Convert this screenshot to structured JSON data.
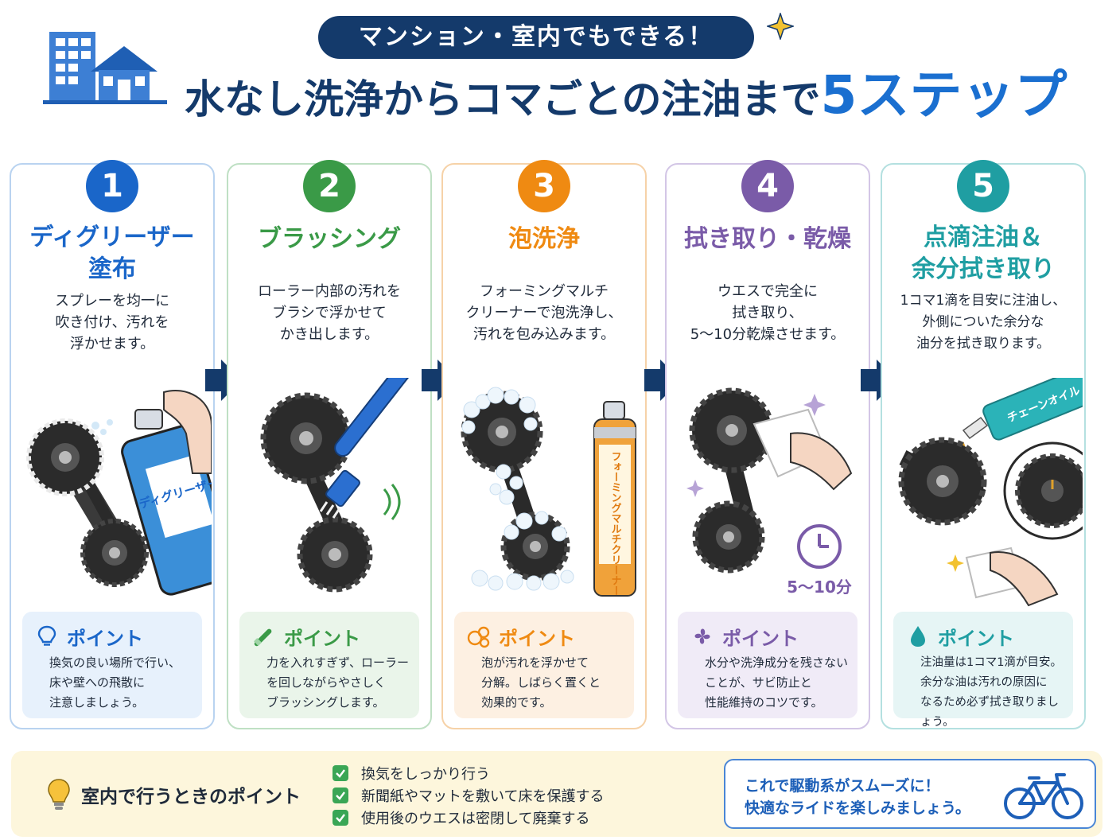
{
  "header": {
    "tagline": "マンション・室内でもできる！",
    "title_main": "水なし洗浄からコマごとの注油まで",
    "title_accent": "5ステップ",
    "colors": {
      "navy": "#143a6b",
      "accent": "#1a6fd0"
    }
  },
  "steps": [
    {
      "number": "1",
      "title_lines": [
        "ディグリーザー",
        "塗布"
      ],
      "description_lines": [
        "スプレーを均一に",
        "吹き付け、汚れを",
        "浮かせます。"
      ],
      "illustration": {
        "can_label": "ディグリーザー"
      },
      "point_title": "ポイント",
      "point_icon": "lightbulb-icon",
      "point_lines": [
        "換気の良い場所で行い、",
        "床や壁への飛散に",
        "注意しましょう。"
      ],
      "color": "#1a66c9"
    },
    {
      "number": "2",
      "title_lines": [
        "ブラッシング"
      ],
      "description_lines": [
        "ローラー内部の汚れを",
        "ブラシで浮かせて",
        "かき出します。"
      ],
      "point_title": "ポイント",
      "point_icon": "brush-icon",
      "point_lines": [
        "力を入れすぎず、ローラー",
        "を回しながらやさしく",
        "ブラッシングします。"
      ],
      "color": "#3a9a47"
    },
    {
      "number": "3",
      "title_lines": [
        "泡洗浄"
      ],
      "description_lines": [
        "フォーミングマルチ",
        "クリーナーで泡洗浄し、",
        "汚れを包み込みます。"
      ],
      "illustration": {
        "can_label": "フォーミングマルチクリーナー"
      },
      "point_title": "ポイント",
      "point_icon": "bubbles-icon",
      "point_lines": [
        "泡が汚れを浮かせて",
        "分解。しばらく置くと",
        "効果的です。"
      ],
      "color": "#ef8a12"
    },
    {
      "number": "4",
      "title_lines": [
        "拭き取り・乾燥"
      ],
      "description_lines": [
        "ウエスで完全に",
        "拭き取り、",
        "5～10分乾燥させます。"
      ],
      "illustration": {
        "timer_label": "5～10分"
      },
      "point_title": "ポイント",
      "point_icon": "fan-icon",
      "point_lines": [
        "水分や洗浄成分を残さない",
        "ことが、サビ防止と",
        "性能維持のコツです。"
      ],
      "color": "#7a5ba8"
    },
    {
      "number": "5",
      "title_lines": [
        "点滴注油＆",
        "余分拭き取り"
      ],
      "description_lines": [
        "1コマ1滴を目安に注油し、",
        "外側についた余分な",
        "油分を拭き取ります。"
      ],
      "illustration": {
        "bottle_label": "チェーンオイル"
      },
      "point_title": "ポイント",
      "point_icon": "drop-icon",
      "point_lines": [
        "注油量は1コマ1滴が目安。",
        "余分な油は汚れの原因に",
        "なるため必ず拭き取りましょう。"
      ],
      "color": "#1f9ea2"
    }
  ],
  "indoor_tips": {
    "heading": "室内で行うときのポイント",
    "items": [
      "換気をしっかり行う",
      "新聞紙やマットを敷いて床を保護する",
      "使用後のウエスは密閉して廃棄する"
    ]
  },
  "finish": {
    "lines": [
      "これで駆動系がスムーズに！",
      "快適なライドを楽しみましょう。"
    ],
    "icon": "bicycle-icon"
  }
}
